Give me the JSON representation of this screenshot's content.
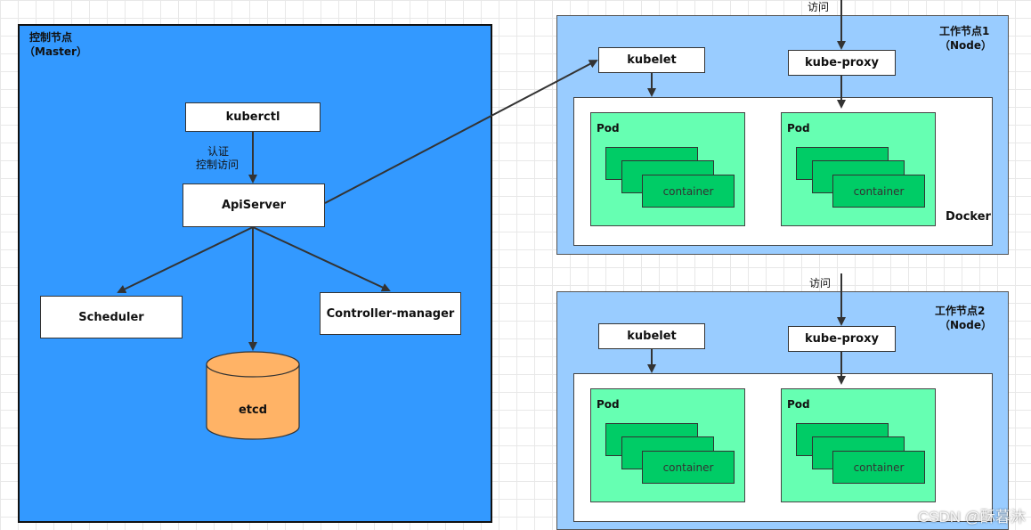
{
  "master": {
    "title": "控制节点",
    "subtitle": "（Master）",
    "kubectl": "kuberctl",
    "auth_label_1": "认证",
    "auth_label_2": "控制访问",
    "apiserver": "ApiServer",
    "scheduler": "Scheduler",
    "controller_manager": "Controller-manager",
    "etcd": "etcd"
  },
  "nodes": [
    {
      "title": "工作节点1",
      "subtitle": "（Node）",
      "access_label": "访问",
      "kubelet": "kubelet",
      "kube_proxy": "kube-proxy",
      "runtime": "Docker",
      "pods": [
        {
          "label": "Pod",
          "container": "container"
        },
        {
          "label": "Pod",
          "container": "container"
        }
      ]
    },
    {
      "title": "工作节点2",
      "subtitle": "（Node）",
      "access_label": "访问",
      "kubelet": "kubelet",
      "kube_proxy": "kube-proxy",
      "runtime": "",
      "pods": [
        {
          "label": "Pod",
          "container": "container"
        },
        {
          "label": "Pod",
          "container": "container"
        }
      ]
    }
  ],
  "watermark": "CSDN @酥暮沐",
  "colors": {
    "master_bg": "#3399ff",
    "node_bg": "#99ccff",
    "pod_bg": "#66ffb2",
    "container_bg": "#00cc66",
    "etcd_bg": "#ffb366"
  }
}
